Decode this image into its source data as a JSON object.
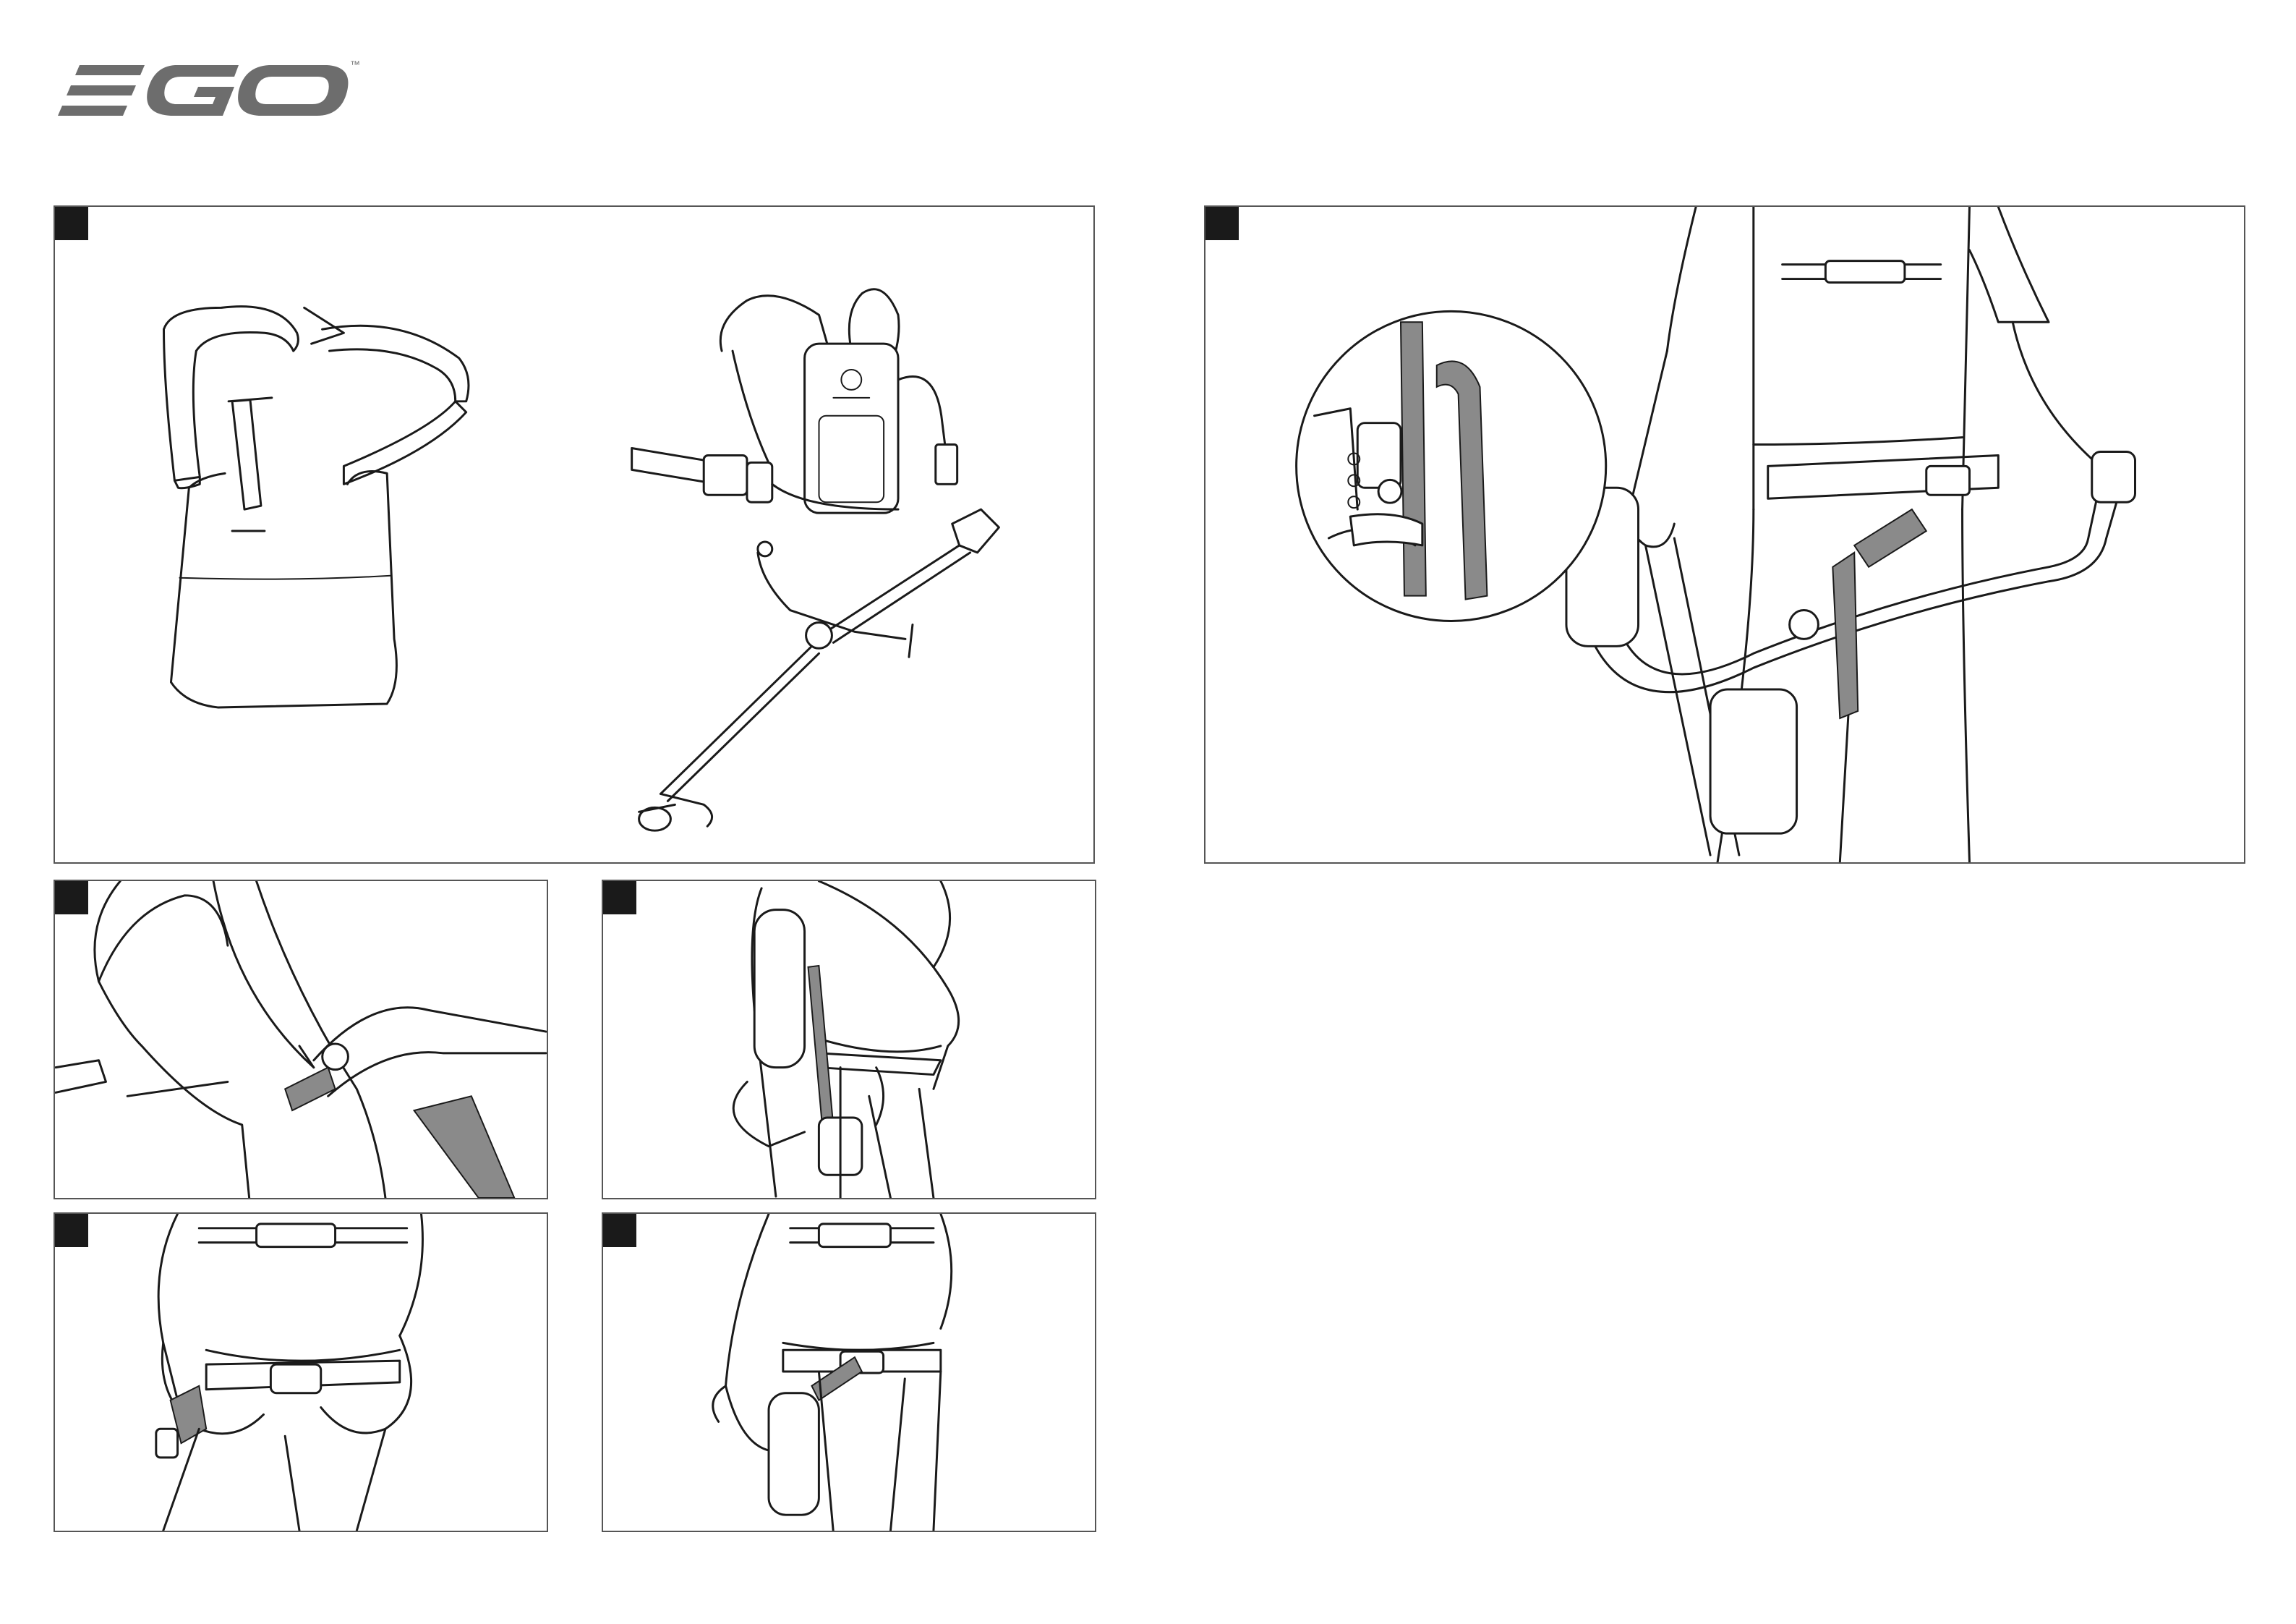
{
  "brand": {
    "logo_icon": "ego-logo",
    "logo_color": "#6d6d6d",
    "trademark": "™"
  },
  "panels": [
    {
      "id": "p1",
      "illustration": "harness-bag-backpack-trimmer"
    },
    {
      "id": "p2",
      "illustration": "operator-wearing-trimmer-with-zoom"
    },
    {
      "id": "p3",
      "illustration": "attach-shoulder-strap-clip"
    },
    {
      "id": "p4",
      "illustration": "side-view-hip-clip"
    },
    {
      "id": "p5",
      "illustration": "fasten-waist-buckle"
    },
    {
      "id": "p6",
      "illustration": "front-view-bag-attached"
    }
  ],
  "colors": {
    "line": "#1a1a1a",
    "strap_fill": "#8a8a8a",
    "marker": "#1a1a1a",
    "border": "#555555"
  }
}
